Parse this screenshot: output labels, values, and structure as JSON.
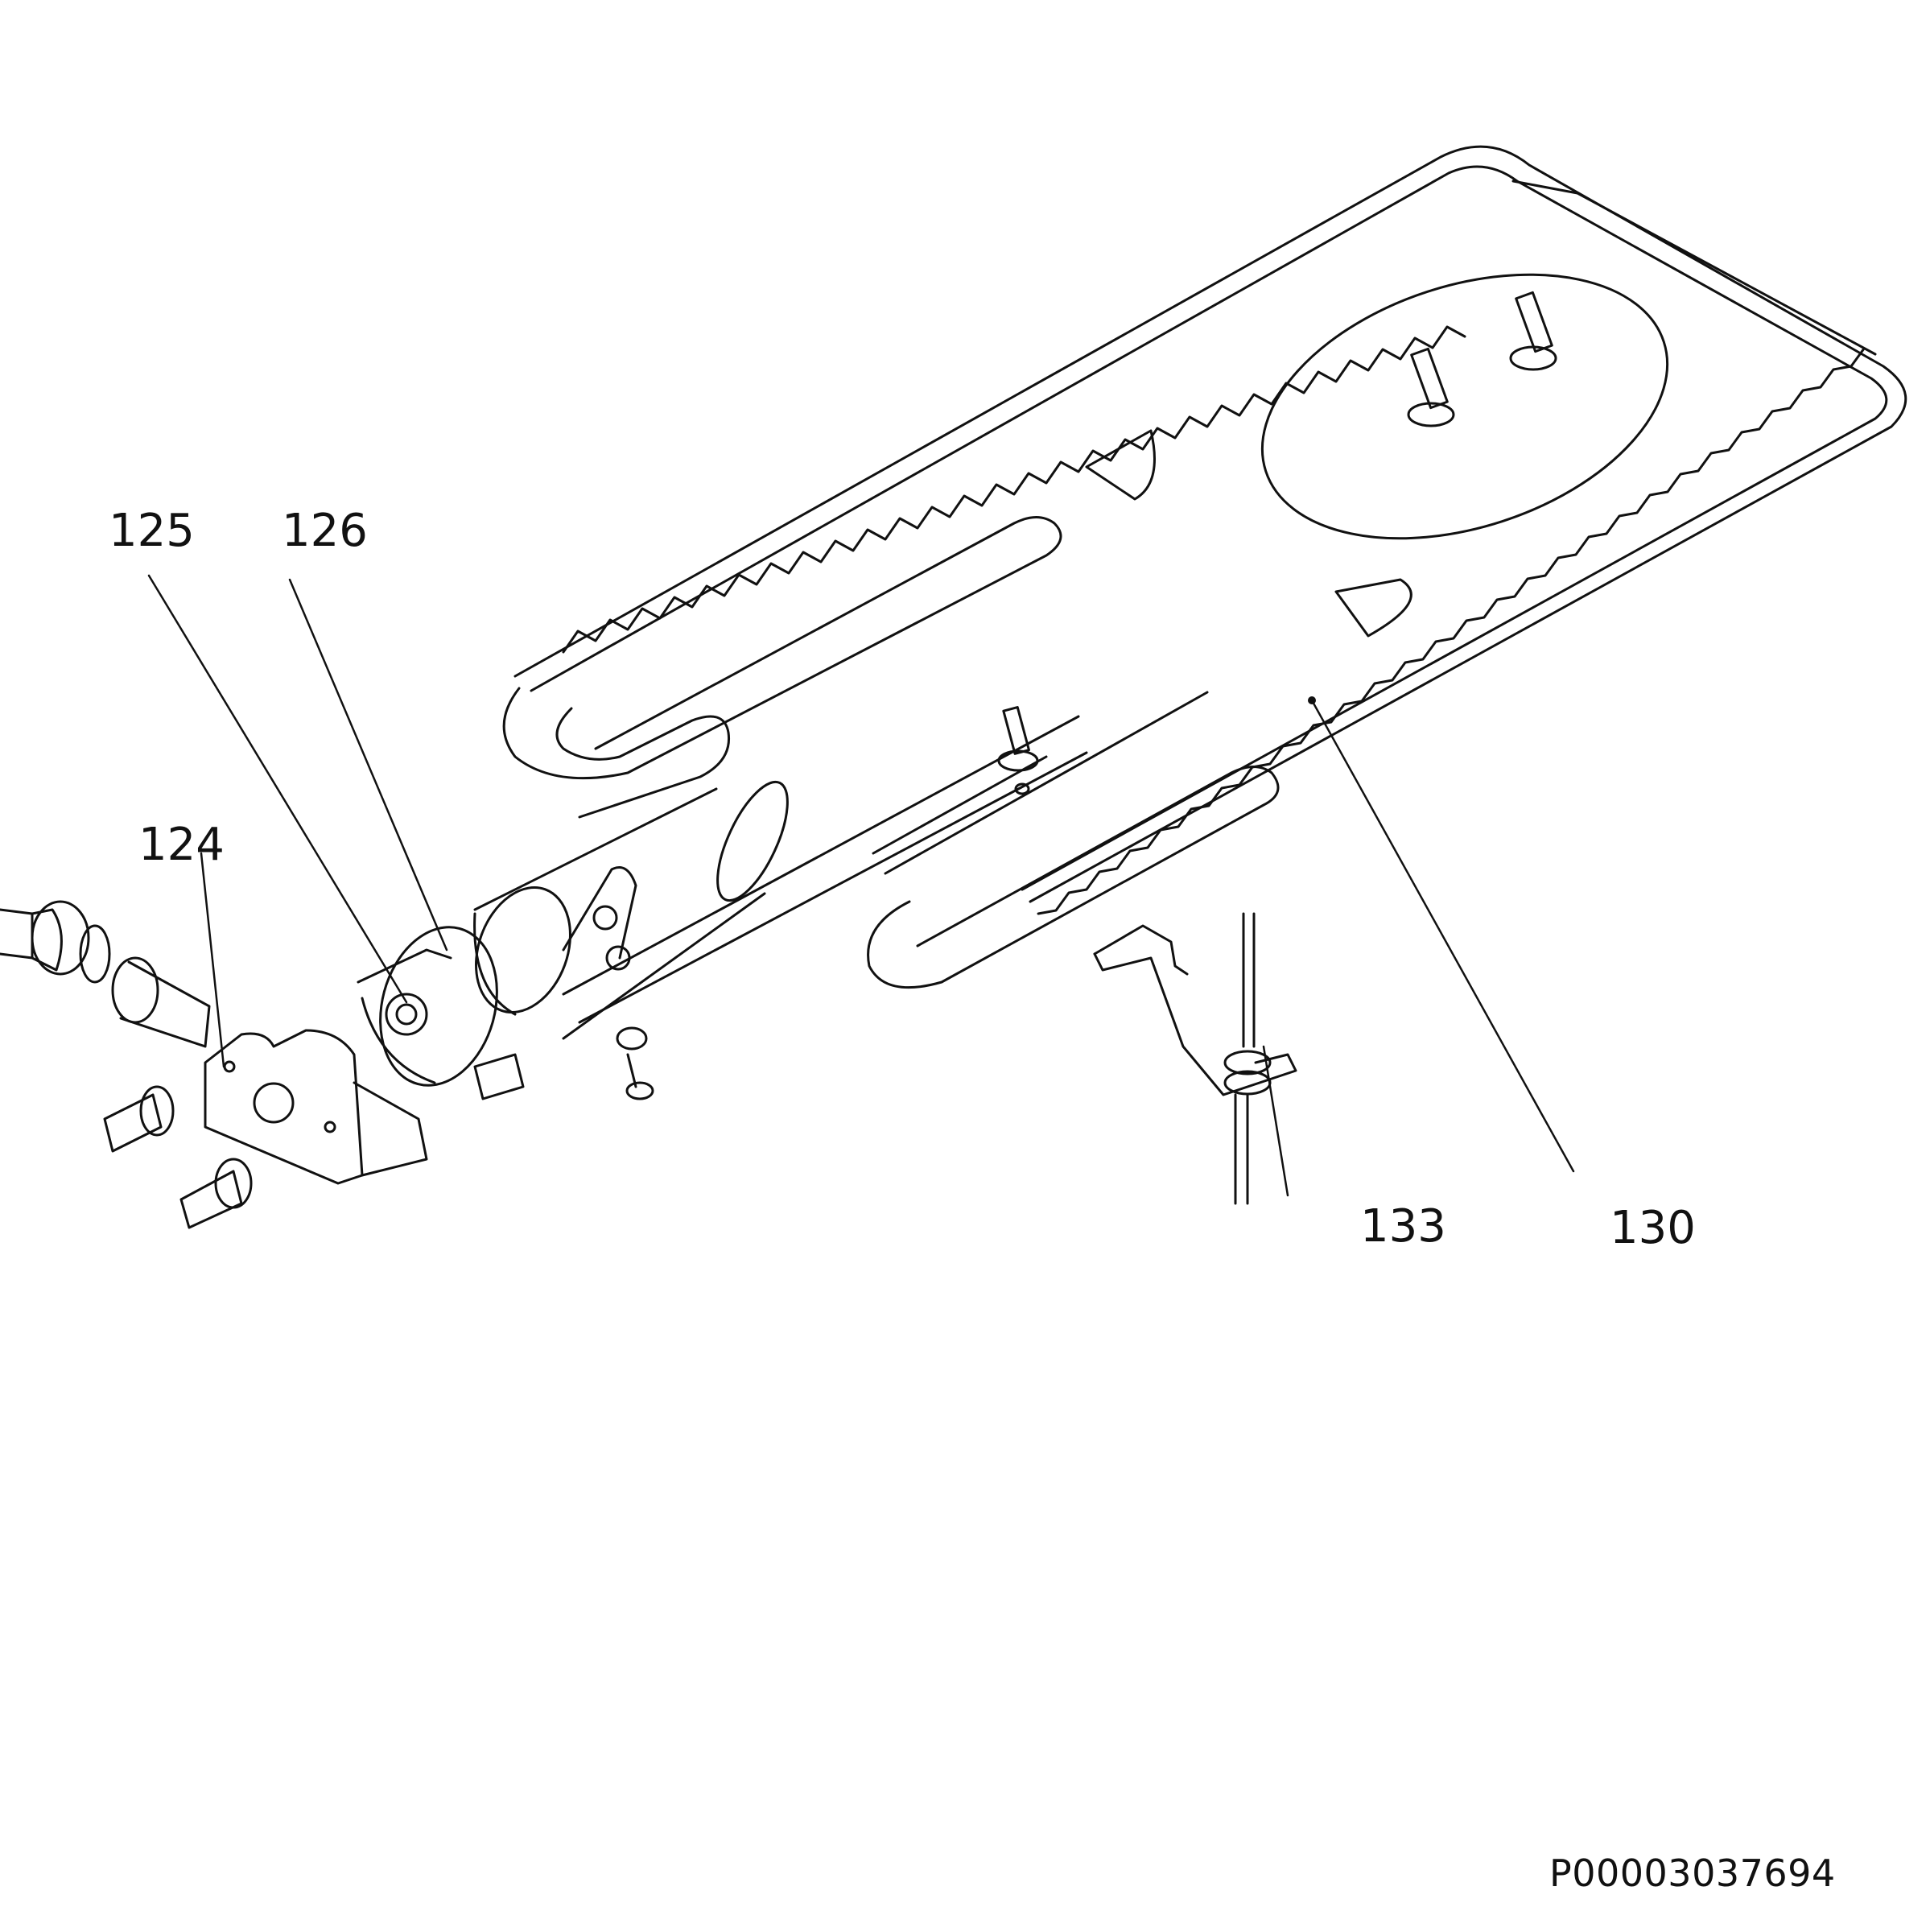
{
  "diagram": {
    "part_labels": [
      {
        "id": "124",
        "text": "124"
      },
      {
        "id": "125",
        "text": "125"
      },
      {
        "id": "126",
        "text": "126"
      },
      {
        "id": "130",
        "text": "130"
      },
      {
        "id": "133",
        "text": "133"
      }
    ],
    "drawing_code": "P00003037694",
    "line_color": "#111111",
    "background": "#ffffff"
  }
}
